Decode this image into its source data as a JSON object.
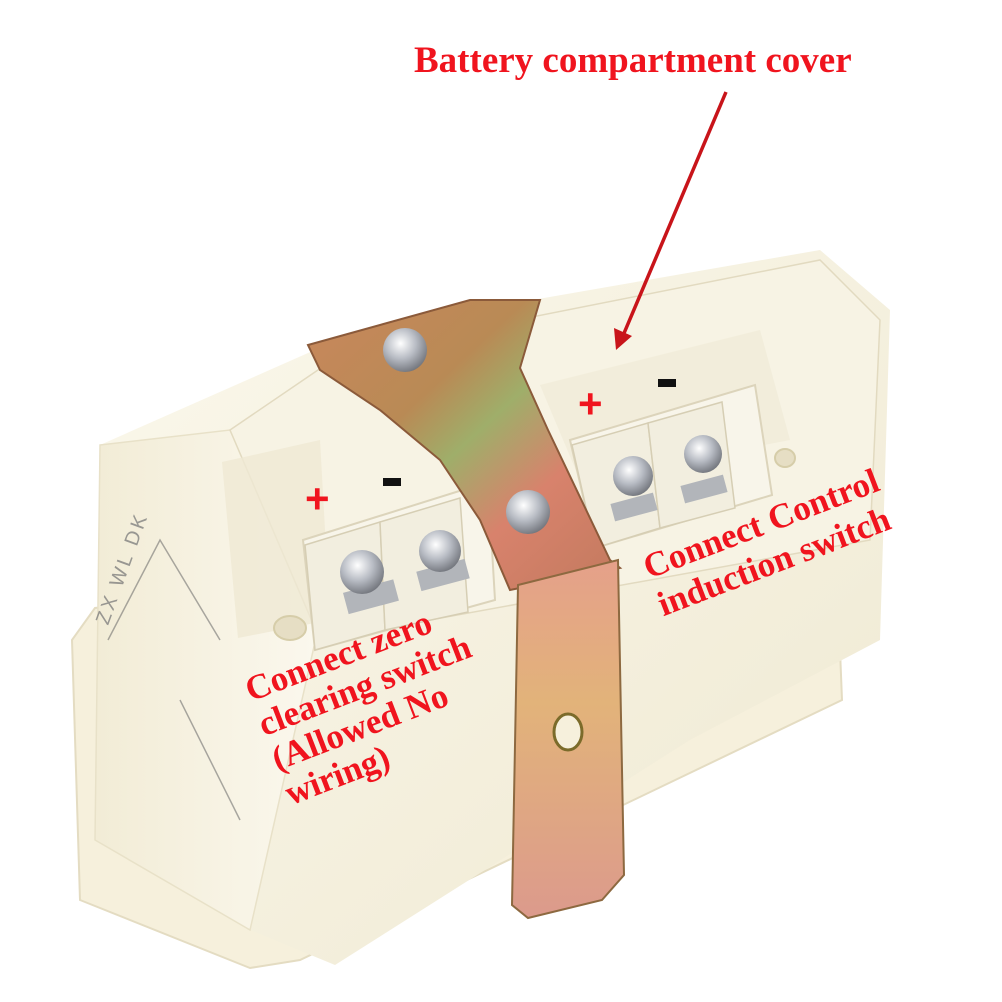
{
  "annotations": {
    "battery_cover": "Battery compartment cover",
    "zero_switch_lines": [
      "Connect zero",
      "clearing switch",
      "(Allowed No",
      "wiring)"
    ],
    "control_switch_lines": [
      "Connect Control",
      "induction switch"
    ]
  },
  "terminals": {
    "left": {
      "plus": "+",
      "minus": "-"
    },
    "right": {
      "plus": "+",
      "minus": "-"
    }
  },
  "housing_marking": "ZX WL DK",
  "colors": {
    "annotation": "#f0141e",
    "arrow": "#c8141a",
    "housing": "#f4f0e0",
    "bracket": "#d58a6e"
  }
}
